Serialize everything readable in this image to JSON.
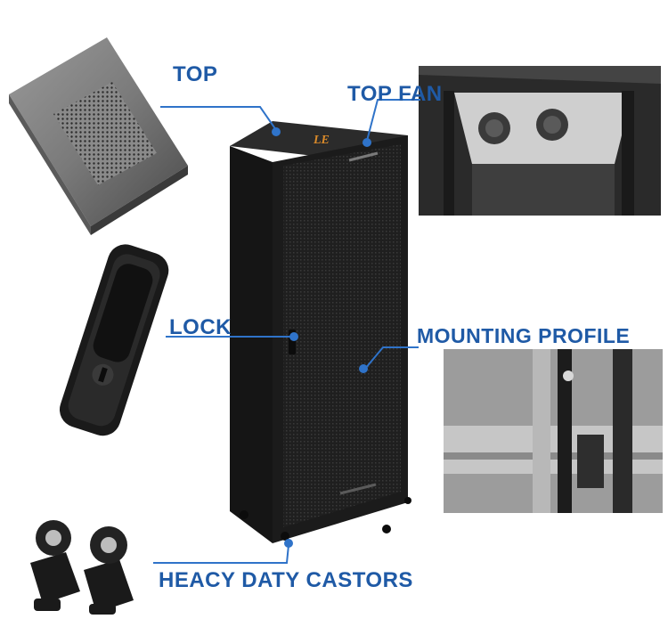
{
  "labels": {
    "top": "TOP",
    "top_fan": "TOP FAN",
    "lock": "LOCK",
    "mounting_profile": "MOUNTING PROFILE",
    "castors": "HEACY DATY CASTORS"
  },
  "logo_text": "LE",
  "colors": {
    "label": "#1f5aa6",
    "callout_line": "#2f73c9",
    "cabinet": "#1b1b1b"
  }
}
